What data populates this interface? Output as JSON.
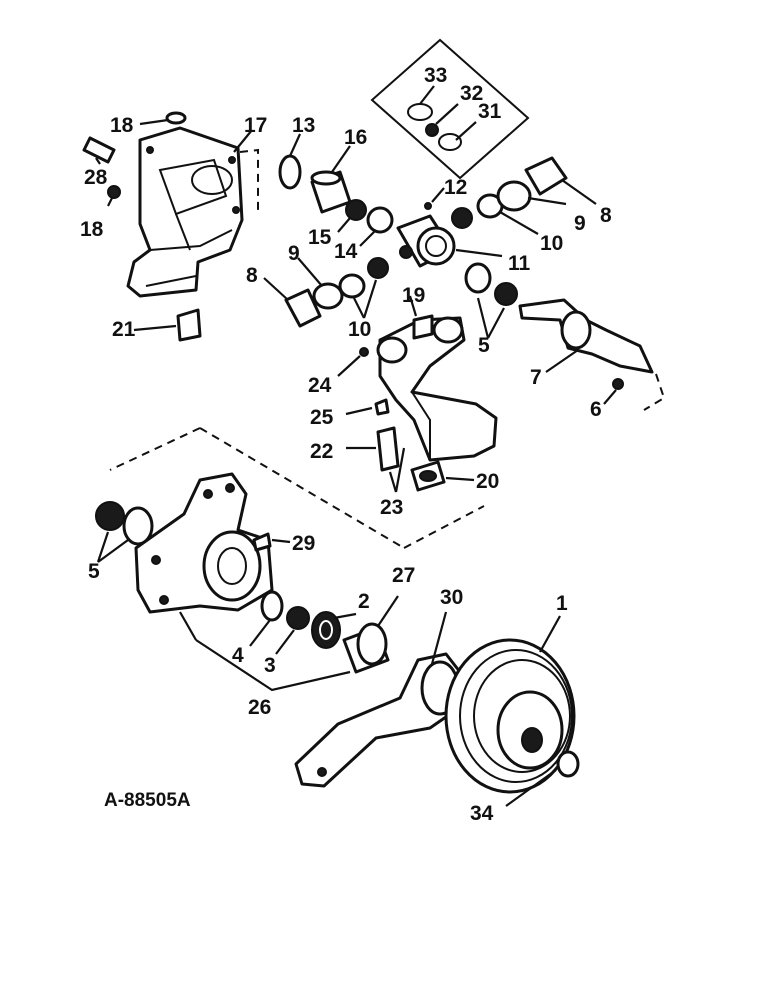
{
  "drawing_number": "A-88505A",
  "callouts": {
    "c1": "1",
    "c2": "2",
    "c3": "3",
    "c4": "4",
    "c5a": "5",
    "c5b": "5",
    "c6": "6",
    "c7": "7",
    "c8a": "8",
    "c8b": "8",
    "c9a": "9",
    "c9b": "9",
    "c10a": "10",
    "c10b": "10",
    "c11": "11",
    "c12": "12",
    "c13": "13",
    "c14": "14",
    "c15": "15",
    "c16": "16",
    "c17": "17",
    "c18a": "18",
    "c18b": "18",
    "c19": "19",
    "c20": "20",
    "c21": "21",
    "c22": "22",
    "c23": "23",
    "c24": "24",
    "c25": "25",
    "c26": "26",
    "c27": "27",
    "c28": "28",
    "c29": "29",
    "c30": "30",
    "c31": "31",
    "c32": "32",
    "c33": "33",
    "c34": "34"
  }
}
